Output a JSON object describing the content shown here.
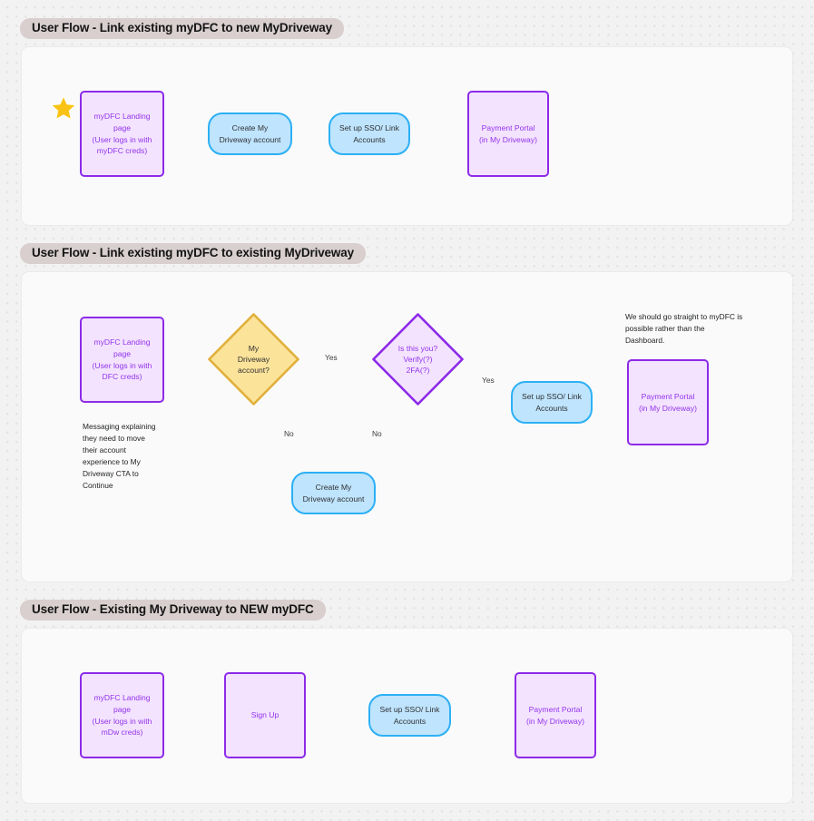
{
  "page": {
    "background_color": "#f2f2f2",
    "frame_color": "#fafafa",
    "title_pill_color": "#d9cfcf"
  },
  "palette": {
    "purple_fill": "#f3e3ff",
    "purple_stroke": "#8c2ae8",
    "purple_text": "#9333ea",
    "blue_fill": "#bfe4fd",
    "blue_stroke": "#2cb0f5",
    "yellow_fill": "#fce39a",
    "yellow_stroke": "#e0b03b",
    "connector_gray": "#b0b0b0",
    "star_gold": "#f9c315"
  },
  "sections": [
    {
      "id": "flow-1",
      "title": "User Flow - Link existing myDFC to new MyDriveway",
      "nodes": [
        {
          "id": "f1-n1",
          "shape": "rect",
          "label": "myDFC Landing\npage\n(User logs in with\nmyDFC creds)"
        },
        {
          "id": "f1-n2",
          "shape": "pill",
          "label": "Create My\nDriveway account"
        },
        {
          "id": "f1-n3",
          "shape": "pill",
          "label": "Set up SSO/ Link\nAccounts"
        },
        {
          "id": "f1-n4",
          "shape": "rect",
          "label": "Payment Portal\n(in My Driveway)"
        }
      ],
      "markers": [
        {
          "id": "f1-star",
          "icon": "star-icon"
        }
      ]
    },
    {
      "id": "flow-2",
      "title": "User Flow - Link existing myDFC to existing MyDriveway",
      "nodes": [
        {
          "id": "f2-n1",
          "shape": "rect",
          "label": "myDFC Landing\npage\n(User logs in with\nDFC creds)"
        },
        {
          "id": "f2-d1",
          "shape": "diamond-yellow",
          "label": "My\nDriveway\naccount?"
        },
        {
          "id": "f2-d2",
          "shape": "diamond-purple",
          "label": "Is this you?\nVerify(?)\n2FA(?)"
        },
        {
          "id": "f2-n2",
          "shape": "pill",
          "label": "Set up SSO/ Link\nAccounts"
        },
        {
          "id": "f2-n3",
          "shape": "rect",
          "label": "Payment Portal\n(in My Driveway)"
        },
        {
          "id": "f2-n4",
          "shape": "pill",
          "label": "Create My\nDriveway account"
        }
      ],
      "edge_labels": [
        {
          "id": "f2-e1",
          "text": "Yes"
        },
        {
          "id": "f2-e2",
          "text": "Yes"
        },
        {
          "id": "f2-e3",
          "text": "No"
        },
        {
          "id": "f2-e4",
          "text": "No"
        }
      ],
      "notes": [
        {
          "id": "f2-note1",
          "text": "Messaging explaining\nthey need to move\ntheir account\nexperience to My\nDriveway CTA to\nContinue"
        },
        {
          "id": "f2-note2",
          "text": "We should go straight to myDFC is\npossible rather than the\nDashboard."
        }
      ]
    },
    {
      "id": "flow-3",
      "title": "User Flow - Existing My Driveway to NEW myDFC",
      "nodes": [
        {
          "id": "f3-n1",
          "shape": "rect",
          "label": "myDFC Landing\npage\n(User logs in with\nmDw creds)"
        },
        {
          "id": "f3-n2",
          "shape": "rect",
          "label": "Sign Up"
        },
        {
          "id": "f3-n3",
          "shape": "pill",
          "label": "Set up SSO/ Link\nAccounts"
        },
        {
          "id": "f3-n4",
          "shape": "rect",
          "label": "Payment Portal\n(in My Driveway)"
        }
      ]
    }
  ]
}
